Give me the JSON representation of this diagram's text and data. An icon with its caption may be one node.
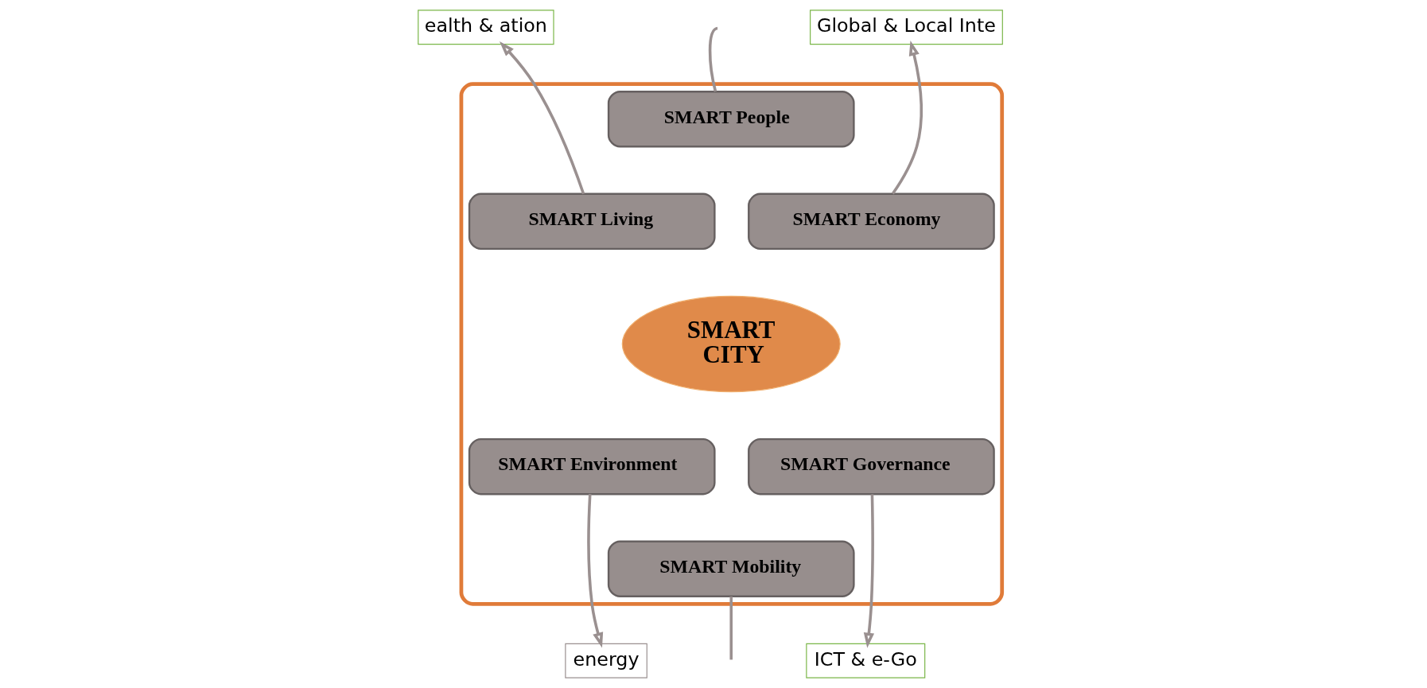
{
  "diagram": {
    "nodes": [
      {
        "text": [
          "ealth & ation"
        ]
      },
      {
        "text": [
          "Global & Local Inte"
        ]
      },
      {
        "text": [],
        "shape": "ellipse"
      },
      {
        "text": [
          "SMART People"
        ],
        "in": 2
      },
      {
        "text": [
          "SMART Living"
        ],
        "in": 2
      },
      {
        "text": [
          "SMART Economy"
        ],
        "in": 2
      },
      {
        "text": [
          "SMART CITY"
        ],
        "in": 2
      },
      {
        "text": [
          "SMART Environment"
        ],
        "in": 2
      },
      {
        "text": [
          "SMART Governance"
        ],
        "in": 2
      },
      {
        "text": [
          "SMART Mobility"
        ],
        "in": 2
      },
      {
        "text": [
          "energy"
        ]
      },
      {
        "text": [
          "ICT & e-Go"
        ]
      }
    ],
    "edges": [
      {
        "from": 3,
        "to": null,
        "arrow": "none"
      },
      {
        "from": 4,
        "to": 0,
        "arrow": "to"
      },
      {
        "from": 5,
        "to": 1,
        "arrow": "to"
      },
      {
        "from": 7,
        "to": 10,
        "arrow": "to"
      },
      {
        "from": 8,
        "to": 11,
        "arrow": "to"
      },
      {
        "from": 9,
        "to": null,
        "arrow": "none"
      }
    ]
  }
}
